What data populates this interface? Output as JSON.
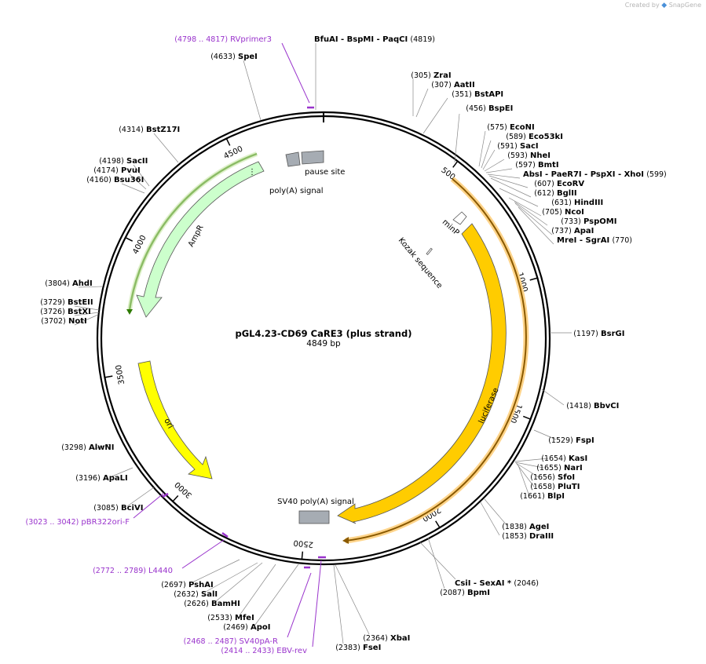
{
  "watermark": {
    "prefix": "Created by",
    "brand": "SnapGene"
  },
  "map": {
    "name": "pGL4.23-CD69 CaRE3 (plus strand)",
    "length_label": "4849 bp",
    "total_bp": 4849
  },
  "ticks": [
    {
      "bp": 500,
      "label": "500"
    },
    {
      "bp": 1000,
      "label": "1000"
    },
    {
      "bp": 1500,
      "label": "1500"
    },
    {
      "bp": 2000,
      "label": "2000"
    },
    {
      "bp": 2500,
      "label": "2500"
    },
    {
      "bp": 3000,
      "label": "3000"
    },
    {
      "bp": 3500,
      "label": "3500"
    },
    {
      "bp": 4000,
      "label": "4000"
    },
    {
      "bp": 4500,
      "label": "4500"
    }
  ],
  "enzymes": [
    {
      "name": "BfuAI  - BspMI  - PaqCI",
      "pos": "(4819)"
    },
    {
      "name": "ZraI",
      "pos": "(305)"
    },
    {
      "name": "AatII",
      "pos": "(307)"
    },
    {
      "name": "BstAPI",
      "pos": "(351)"
    },
    {
      "name": "BspEI",
      "pos": "(456)"
    },
    {
      "name": "EcoNI",
      "pos": "(575)"
    },
    {
      "name": "Eco53kI",
      "pos": "(589)"
    },
    {
      "name": "SacI",
      "pos": "(591)"
    },
    {
      "name": "NheI",
      "pos": "(593)"
    },
    {
      "name": "BmtI",
      "pos": "(597)"
    },
    {
      "name": "AbsI  - PaeR7I  - PspXI  - XhoI",
      "pos": "(599)"
    },
    {
      "name": "EcoRV",
      "pos": "(607)"
    },
    {
      "name": "BglII",
      "pos": "(612)"
    },
    {
      "name": "HindIII",
      "pos": "(631)"
    },
    {
      "name": "NcoI",
      "pos": "(705)"
    },
    {
      "name": "PspOMI",
      "pos": "(733)"
    },
    {
      "name": "ApaI",
      "pos": "(737)"
    },
    {
      "name": "MreI  - SgrAI",
      "pos": "(770)"
    },
    {
      "name": "BsrGI",
      "pos": "(1197)"
    },
    {
      "name": "BbvCI",
      "pos": "(1418)"
    },
    {
      "name": "FspI",
      "pos": "(1529)"
    },
    {
      "name": "KasI",
      "pos": "(1654)"
    },
    {
      "name": "NarI",
      "pos": "(1655)"
    },
    {
      "name": "SfoI",
      "pos": "(1656)"
    },
    {
      "name": "PluTI",
      "pos": "(1658)"
    },
    {
      "name": "BlpI",
      "pos": "(1661)"
    },
    {
      "name": "AgeI",
      "pos": "(1838)"
    },
    {
      "name": "DraIII",
      "pos": "(1853)"
    },
    {
      "name": "CsiI  - SexAI *",
      "pos": "(2046)"
    },
    {
      "name": "BpmI",
      "pos": "(2087)"
    },
    {
      "name": "XbaI",
      "pos": "(2364)"
    },
    {
      "name": "FseI",
      "pos": "(2383)"
    },
    {
      "name": "SpeI",
      "pos": "(4633)"
    },
    {
      "name": "BstZ17I",
      "pos": "(4314)"
    },
    {
      "name": "SacII",
      "pos": "(4198)"
    },
    {
      "name": "PvuI",
      "pos": "(4174)"
    },
    {
      "name": "Bsu36I",
      "pos": "(4160)"
    },
    {
      "name": "AhdI",
      "pos": "(3804)"
    },
    {
      "name": "BstEII",
      "pos": "(3729)"
    },
    {
      "name": "BstXI",
      "pos": "(3726)"
    },
    {
      "name": "NotI",
      "pos": "(3702)"
    },
    {
      "name": "AlwNI",
      "pos": "(3298)"
    },
    {
      "name": "ApaLI",
      "pos": "(3196)"
    },
    {
      "name": "BciVI",
      "pos": "(3085)"
    },
    {
      "name": "PshAI",
      "pos": "(2697)"
    },
    {
      "name": "SalI",
      "pos": "(2632)"
    },
    {
      "name": "BamHI",
      "pos": "(2626)"
    },
    {
      "name": "MfeI",
      "pos": "(2533)"
    },
    {
      "name": "ApoI",
      "pos": "(2469)"
    }
  ],
  "primers": [
    {
      "range": "(4798 .. 4817)",
      "name": "RVprimer3"
    },
    {
      "range": "(3023 .. 3042)",
      "name": "pBR322ori-F"
    },
    {
      "range": "(2772 .. 2789)",
      "name": "L4440"
    },
    {
      "range": "(2468 .. 2487)",
      "name": "SV40pA-R"
    },
    {
      "range": "(2414 .. 2433)",
      "name": "EBV-rev"
    }
  ],
  "features": [
    {
      "name": "AmpR",
      "color": "#ccffcc"
    },
    {
      "name": "ori",
      "color": "#ffff00"
    },
    {
      "name": "luciferase",
      "color": "#ffcc00"
    },
    {
      "name": "minP",
      "color": "#ffffff"
    },
    {
      "name": "Kozak sequence",
      "color": "#ffffff"
    },
    {
      "name": "SV40 poly(A) signal",
      "color": "#a6acb3"
    },
    {
      "name": "poly(A) signal",
      "color": "#a6acb3"
    },
    {
      "name": "pause site",
      "color": "#a6acb3"
    }
  ],
  "colors": {
    "primer": "#9933cc",
    "backbone": "#000000",
    "orf_dark": "#2d7a00",
    "orf_lucif": "#8a5a00",
    "highlight": "#ffd48a"
  }
}
